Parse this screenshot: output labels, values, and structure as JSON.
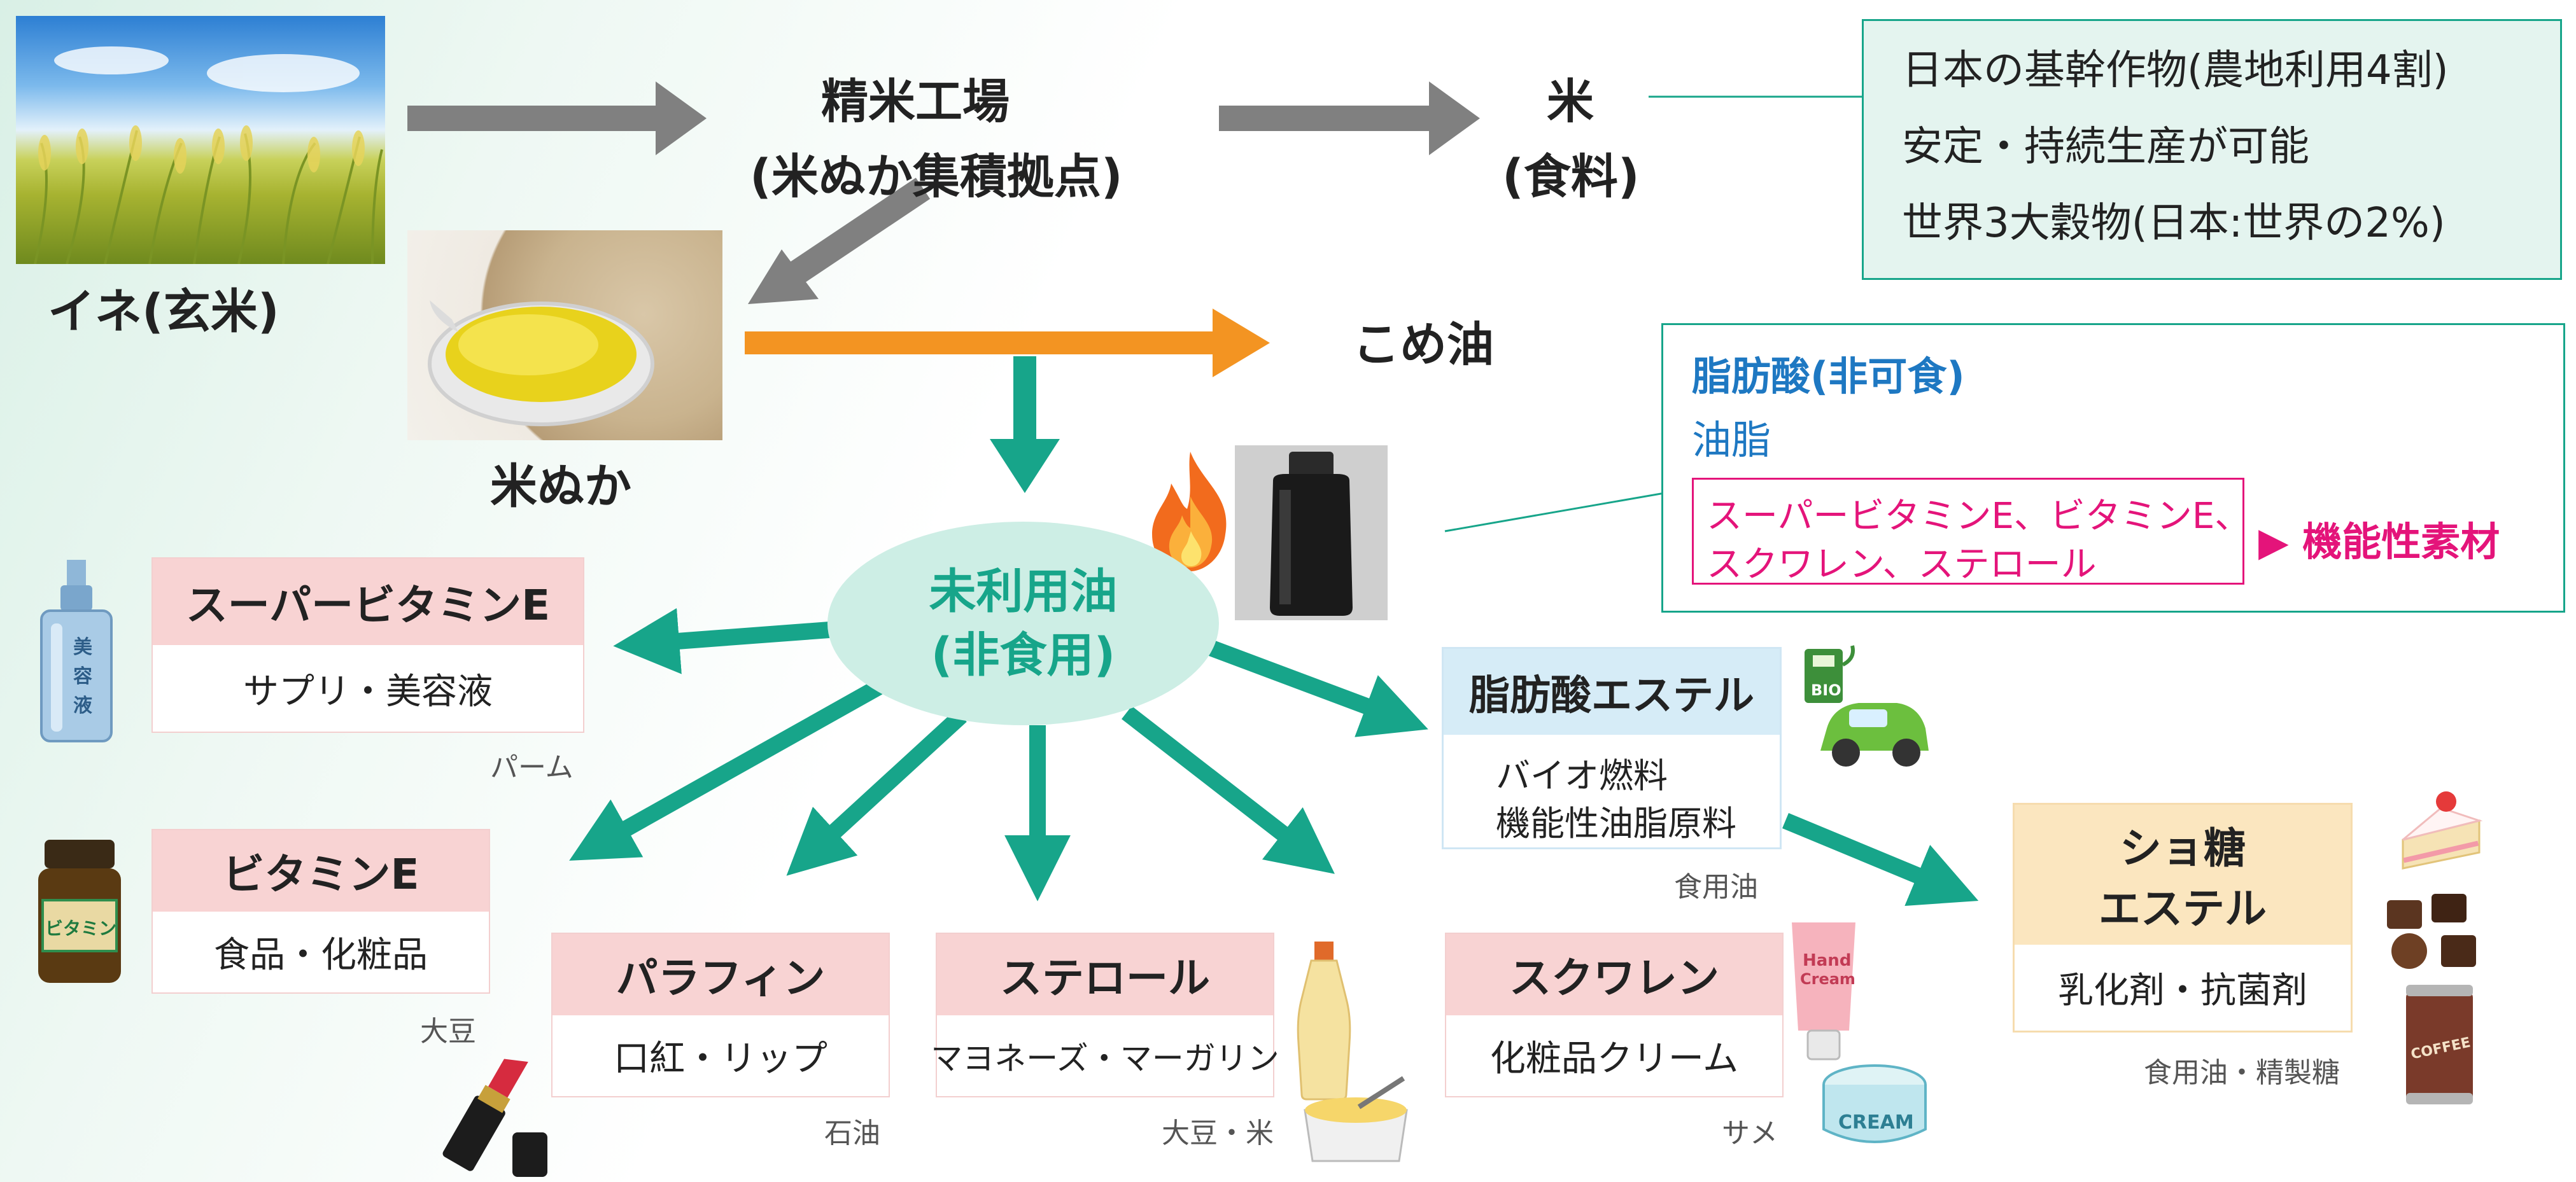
{
  "colors": {
    "teal": "#17a58a",
    "gray_arrow": "#808080",
    "orange_arrow": "#f39422",
    "pink_header": "#f8d3d3",
    "blue_header": "#d6ecf7",
    "yellow_header": "#fbe6bf",
    "info_green_bg": "#e4f4ef",
    "accent_pink": "#e4147a",
    "accent_blue": "#1e78c2"
  },
  "top_flow": {
    "rice_plant_label": "イネ(玄米)",
    "mill_line1": "精米工場",
    "mill_line2": "(米ぬか集積拠点)",
    "rice_line1": "米",
    "rice_line2": "(食料)",
    "bran_label": "米ぬか",
    "rice_oil_label": "こめ油"
  },
  "rice_info": {
    "lines": [
      "日本の基幹作物(農地利用4割)",
      "安定・持続生産が可能",
      "世界3大穀物(日本:世界の2%)"
    ]
  },
  "fatty_info": {
    "title": "脂肪酸(非可食)",
    "subtitle": "油脂",
    "boxed_text_line1": "スーパービタミンE、ビタミンE、",
    "boxed_text_line2": "スクワレン、ステロール",
    "functional_label": "▶ 機能性素材"
  },
  "center": {
    "line1": "未利用油",
    "line2": "(非食用)"
  },
  "products": [
    {
      "id": "super-vitamin-e",
      "title": "スーパービタミンE",
      "use": "サプリ・美容液",
      "source": "パーム"
    },
    {
      "id": "vitamin-e",
      "title": "ビタミンE",
      "use": "食品・化粧品",
      "source": "大豆"
    },
    {
      "id": "paraffin",
      "title": "パラフィン",
      "use": "口紅・リップ",
      "source": "石油"
    },
    {
      "id": "sterol",
      "title": "ステロール",
      "use": "マヨネーズ・マーガリン",
      "source": "大豆・米"
    },
    {
      "id": "squalene",
      "title": "スクワレン",
      "use": "化粧品クリーム",
      "source": "サメ"
    },
    {
      "id": "fatty-acid-ester",
      "title": "脂肪酸エステル",
      "use_line1": "バイオ燃料",
      "use_line2": "機能性油脂原料",
      "source": "食用油"
    },
    {
      "id": "sucrose-ester",
      "title_line1": "ショ糖",
      "title_line2": "エステル",
      "use": "乳化剤・抗菌剤",
      "source": "食用油・精製糖"
    }
  ],
  "icon_labels": {
    "lotion_bottle": "美容液",
    "vitamin_jar": "ビタミン",
    "bio_tank": "BIO",
    "hand_cream_line1": "Hand",
    "hand_cream_line2": "Cream",
    "cream_jar": "CREAM",
    "coffee_can": "COFFEE"
  },
  "icons": [
    "rice-field-photo",
    "rice-bran-oil-photo",
    "fire-icon",
    "dark-oil-bottle-photo",
    "lotion-bottle-icon",
    "vitamin-jar-icon",
    "lipstick-icon",
    "mayonnaise-icon",
    "margarine-icon",
    "hand-cream-icon",
    "cream-jar-icon",
    "bio-fuel-car-icon",
    "cake-icon",
    "chocolate-icon",
    "coffee-can-icon"
  ]
}
